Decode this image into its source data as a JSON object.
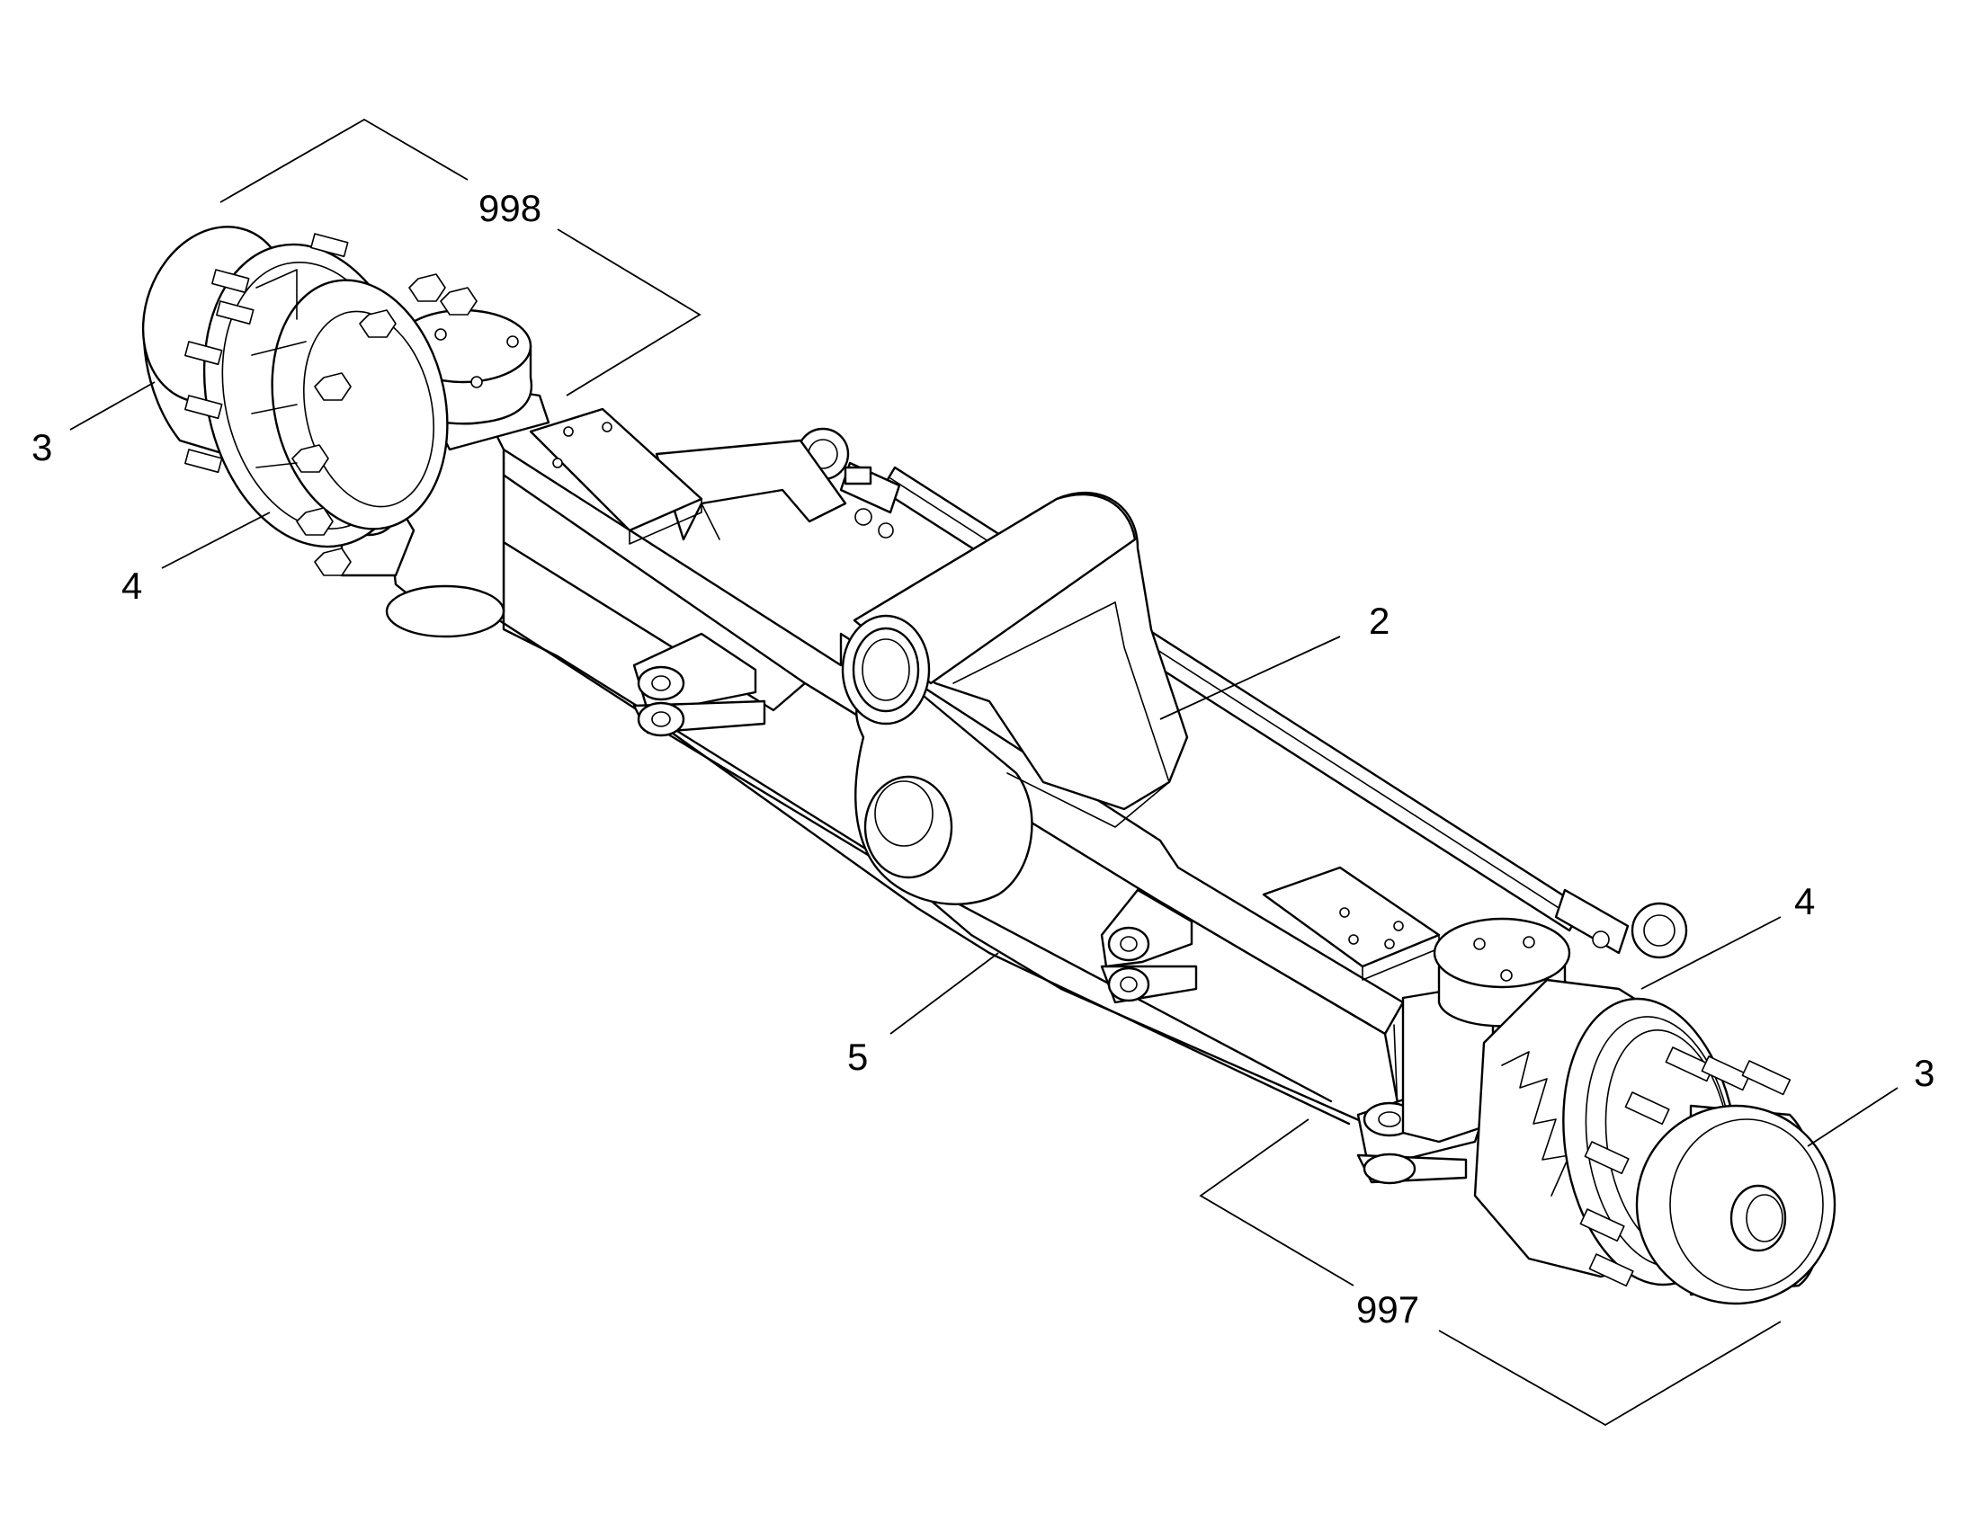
{
  "callouts": {
    "group_top": "998",
    "group_bottom": "997",
    "hub_left": "3",
    "hub_right": "3",
    "knuckle_left": "4",
    "knuckle_right": "4",
    "axle_beam": "5",
    "cross_tube": "2"
  },
  "colors": {
    "line": "#000000",
    "background": "#ffffff"
  }
}
